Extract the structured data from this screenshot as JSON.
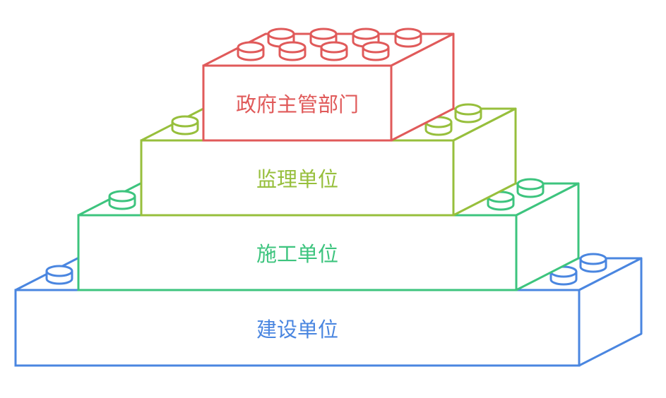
{
  "diagram": {
    "type": "stacked-brick-pyramid",
    "layers": [
      {
        "label": "政府主管部门",
        "color": "#e05a5a",
        "top_studs": 8
      },
      {
        "label": "监理单位",
        "color": "#97bf3c",
        "top_studs": 3
      },
      {
        "label": "施工单位",
        "color": "#3dc47e",
        "top_studs": 3
      },
      {
        "label": "建设单位",
        "color": "#4a86e0",
        "top_studs": 3
      }
    ]
  }
}
